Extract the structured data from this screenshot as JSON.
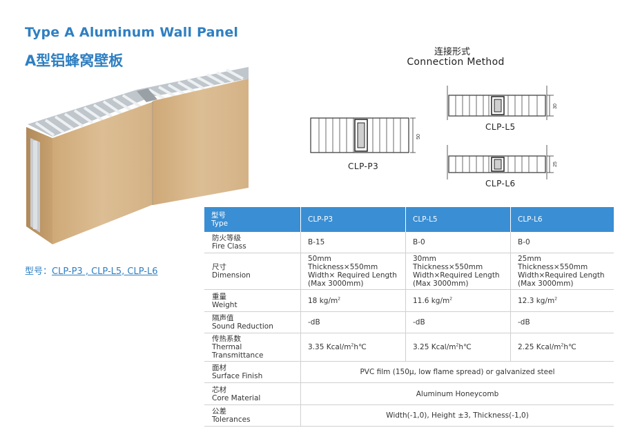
{
  "title_en": "Type A Aluminum Wall Panel",
  "title_cn": "A型铝蜂窝壁板",
  "model_prefix": "型号：",
  "model_list": "CLP-P3 , CLP-L5, CLP-L6",
  "connection": {
    "title_cn": "连接形式",
    "title_en": "Connection Method",
    "diagrams": [
      {
        "label": "CLP-P3",
        "dim": "50"
      },
      {
        "label": "CLP-L5",
        "dim": "30"
      },
      {
        "label": "CLP-L6",
        "dim": "25"
      }
    ]
  },
  "table": {
    "header": {
      "cn": "型号",
      "en": "Type",
      "cols": [
        "CLP-P3",
        "CLP-L5",
        "CLP-L6"
      ]
    },
    "rows": [
      {
        "cn": "防火等级",
        "en": "Fire Class",
        "vals": [
          "B-15",
          "B-0",
          "B-0"
        ]
      },
      {
        "cn": "尺寸",
        "en": "Dimension",
        "vals": [
          "50mm Thickness×550mm Width× Required Length (Max 3000mm)",
          "30mm Thickness×550mm Width×Required Length (Max 3000mm)",
          "25mm Thickness×550mm Width×Required Length (Max 3000mm)"
        ]
      },
      {
        "cn": "重量",
        "en": "Weight",
        "vals": [
          "18 kg/m",
          "11.6 kg/m",
          "12.3 kg/m"
        ],
        "sup": "2"
      },
      {
        "cn": "隔声值",
        "en": "Sound Reduction",
        "vals": [
          "-dB",
          "-dB",
          "-dB"
        ]
      },
      {
        "cn": "传热系数",
        "en": "Thermal Transmittance",
        "vals": [
          "3.35 Kcal/m",
          "3.25 Kcal/m",
          "2.25 Kcal/m"
        ],
        "sup": "2",
        "suffix": "h℃"
      },
      {
        "cn": "面材",
        "en": "Surface Finish",
        "span": "PVC film (150μ, low flame spread) or galvanized steel"
      },
      {
        "cn": "芯材",
        "en": "Core Material",
        "span": "Aluminum Honeycomb"
      },
      {
        "cn": "公差",
        "en": "Tolerances",
        "span": "Width(-1,0), Height ±3, Thickness(-1,0)"
      }
    ]
  },
  "colors": {
    "accent": "#2f7fc1",
    "header_bg": "#3a8ed3",
    "wood": "#d9b98d"
  }
}
